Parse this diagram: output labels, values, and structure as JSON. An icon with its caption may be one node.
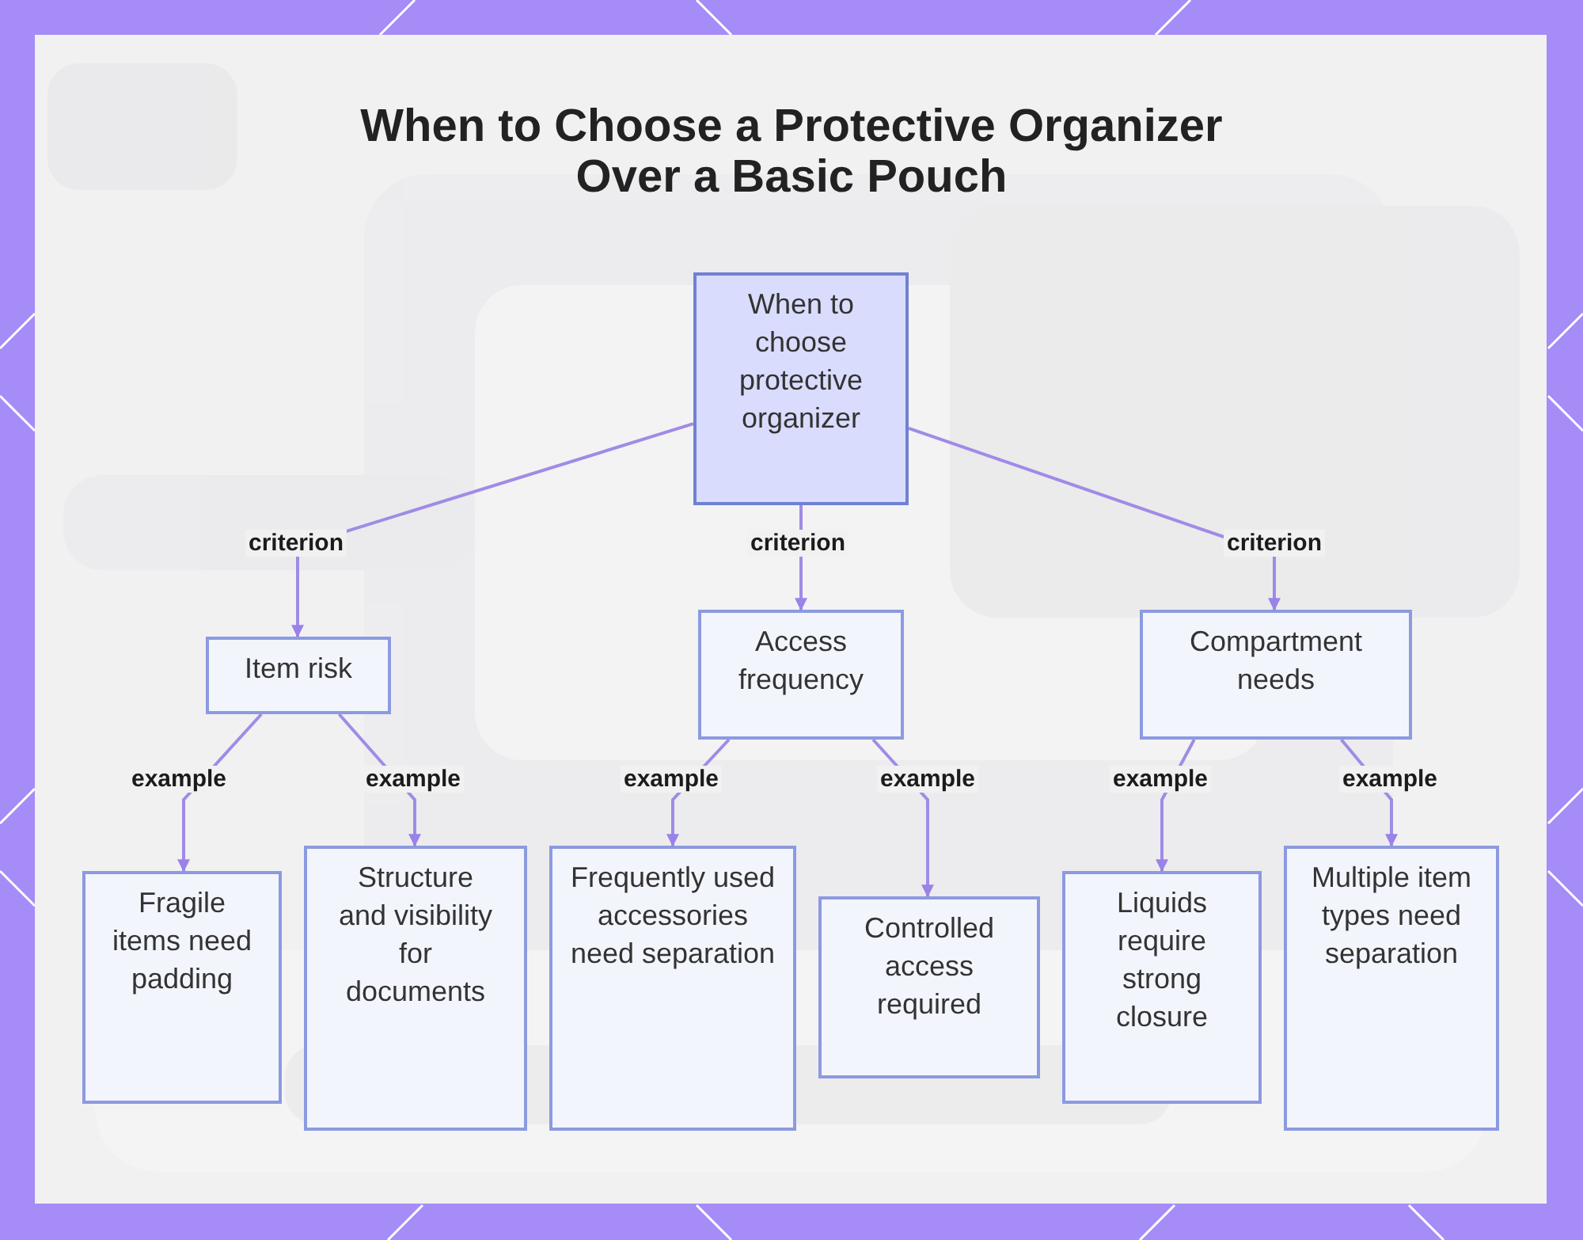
{
  "diagram": {
    "title": "When to Choose a Protective Organizer Over a Basic Pouch",
    "nodes": [
      {
        "text": [
          "When to choose protective organizer"
        ]
      },
      {
        "text": [
          "Item risk"
        ]
      },
      {
        "text": [
          "Access frequency"
        ]
      },
      {
        "text": [
          "Compartment needs"
        ]
      },
      {
        "text": [
          "Fragile items need padding"
        ]
      },
      {
        "text": [
          "Structure and visibility for documents"
        ]
      },
      {
        "text": [
          "Frequently used accessories need separation"
        ]
      },
      {
        "text": [
          "Controlled access required"
        ]
      },
      {
        "text": [
          "Liquids require strong closure"
        ]
      },
      {
        "text": [
          "Multiple item types need separation"
        ]
      }
    ],
    "edges": [
      {
        "from": 0,
        "to": 1,
        "arrow": "to",
        "label": "criterion"
      },
      {
        "from": 0,
        "to": 2,
        "arrow": "to",
        "label": "criterion"
      },
      {
        "from": 0,
        "to": 3,
        "arrow": "to",
        "label": "criterion"
      },
      {
        "from": 1,
        "to": 4,
        "arrow": "to",
        "label": "example"
      },
      {
        "from": 1,
        "to": 5,
        "arrow": "to",
        "label": "example"
      },
      {
        "from": 2,
        "to": 6,
        "arrow": "to",
        "label": "example"
      },
      {
        "from": 2,
        "to": 7,
        "arrow": "to",
        "label": "example"
      },
      {
        "from": 3,
        "to": 8,
        "arrow": "to",
        "label": "example"
      },
      {
        "from": 3,
        "to": 9,
        "arrow": "to",
        "label": "example"
      }
    ]
  }
}
